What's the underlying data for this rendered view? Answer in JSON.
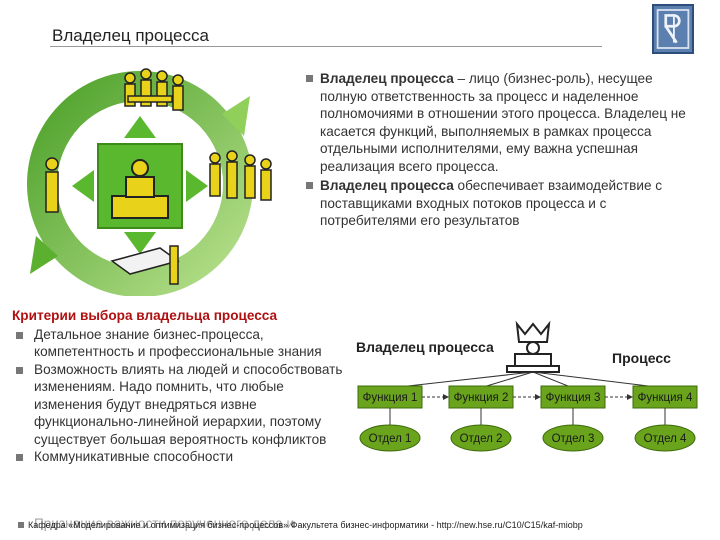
{
  "slide": {
    "title": "Владелец процесса"
  },
  "definitions": [
    {
      "bold": "Владелец процесса",
      "rest": " – лицо (бизнес-роль), несущее полную ответственность за процесс и наделенное полномочиями в отношении этого процесса. Владелец не касается функций, выполняемых в рамках процесса отдельными исполнителями, ему важна успешная реализация всего процесса."
    },
    {
      "bold": "Владелец процесса",
      "rest": " обеспечивает взаимодействие с поставщиками входных потоков процесса и с потребителями его результатов"
    }
  ],
  "criteria": {
    "heading": "Критерии выбора владельца процесса",
    "items": [
      "Детальное знание бизнес-процесса, компетентность и профессиональные знания",
      "Возможность влиять на людей и способствовать изменениям. Надо помнить, что любые изменения будут внедряться извне функционально-линейной иерархии, поэтому существует большая вероятность конфликтов",
      "Коммуникативные способности"
    ],
    "last_item": "Признание важности порученного дела и"
  },
  "diagram": {
    "owner_label": "Владелец процесса",
    "process_label": "Процесс",
    "functions": [
      "Функция 1",
      "Функция 2",
      "Функция 3",
      "Функция 4"
    ],
    "departments": [
      "Отдел 1",
      "Отдел 2",
      "Отдел 3",
      "Отдел 4"
    ],
    "colors": {
      "box_fill": "#6aa31c",
      "box_stroke": "#3e6b0b",
      "oval_stroke": "#3e6b0b"
    }
  },
  "footer": {
    "text": "Кафедра «Моделирование и оптимизация бизнес-процессов» Факультета бизнес-информатики - http://new.hse.ru/C10/C15/kaf-miobp"
  },
  "colors": {
    "accent_red": "#b01010",
    "cycle_green": "#6fbf3a",
    "figure_yellow": "#e8d21a"
  }
}
